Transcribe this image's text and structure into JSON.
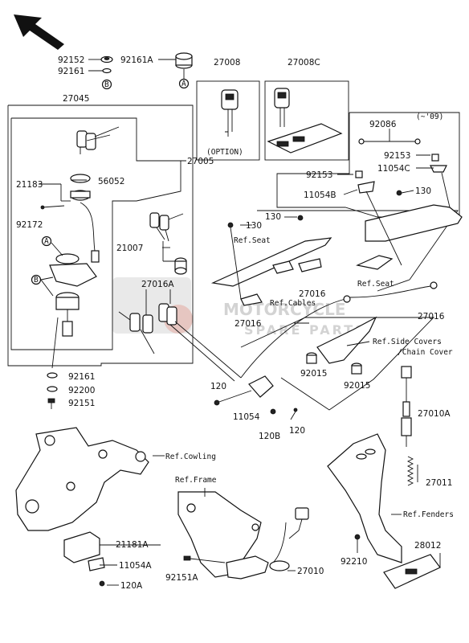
{
  "watermark": {
    "brand": "MOTORCYCLE",
    "tagline": "SPARE PARTS"
  },
  "circle_markers": {
    "a": "A",
    "b": "B"
  },
  "option_caption": "(OPTION)",
  "year_note": "(~'09)",
  "parts": {
    "p92152": "92152",
    "p92161_top": "92161",
    "p92161A": "92161A",
    "p27045": "27045",
    "p27005": "27005",
    "p21183": "21183",
    "p56052": "56052",
    "p92172": "92172",
    "p21007": "21007",
    "p27016A": "27016A",
    "p27008": "27008",
    "p27008C": "27008C",
    "p92086": "92086",
    "p92153_a": "92153",
    "p11054C": "11054C",
    "p92153_b": "92153",
    "p11054B": "11054B",
    "p130_a": "130",
    "p130_b": "130",
    "p130_c": "130",
    "p27016_a": "27016",
    "p27016_b": "27016",
    "p27016_c": "27016",
    "p92015_a": "92015",
    "p92015_b": "92015",
    "p120_a": "120",
    "p11054": "11054",
    "p120B": "120B",
    "p120_b": "120",
    "p92161_bot": "92161",
    "p92200": "92200",
    "p92151": "92151",
    "p27010A": "27010A",
    "p27011": "27011",
    "p21181A": "21181A",
    "p11054A": "11054A",
    "p120A": "120A",
    "p92151A": "92151A",
    "p27010": "27010",
    "p92210": "92210",
    "p28012": "28012"
  },
  "references": {
    "ref_seat_a": "Ref.Seat",
    "ref_seat_b": "Ref.Seat",
    "ref_cables": "Ref.Cables",
    "ref_side_covers_1": "Ref.Side Covers",
    "ref_side_covers_2": "/Chain Cover",
    "ref_cowling": "Ref.Cowling",
    "ref_frame": "Ref.Frame",
    "ref_fenders": "Ref.Fenders"
  }
}
